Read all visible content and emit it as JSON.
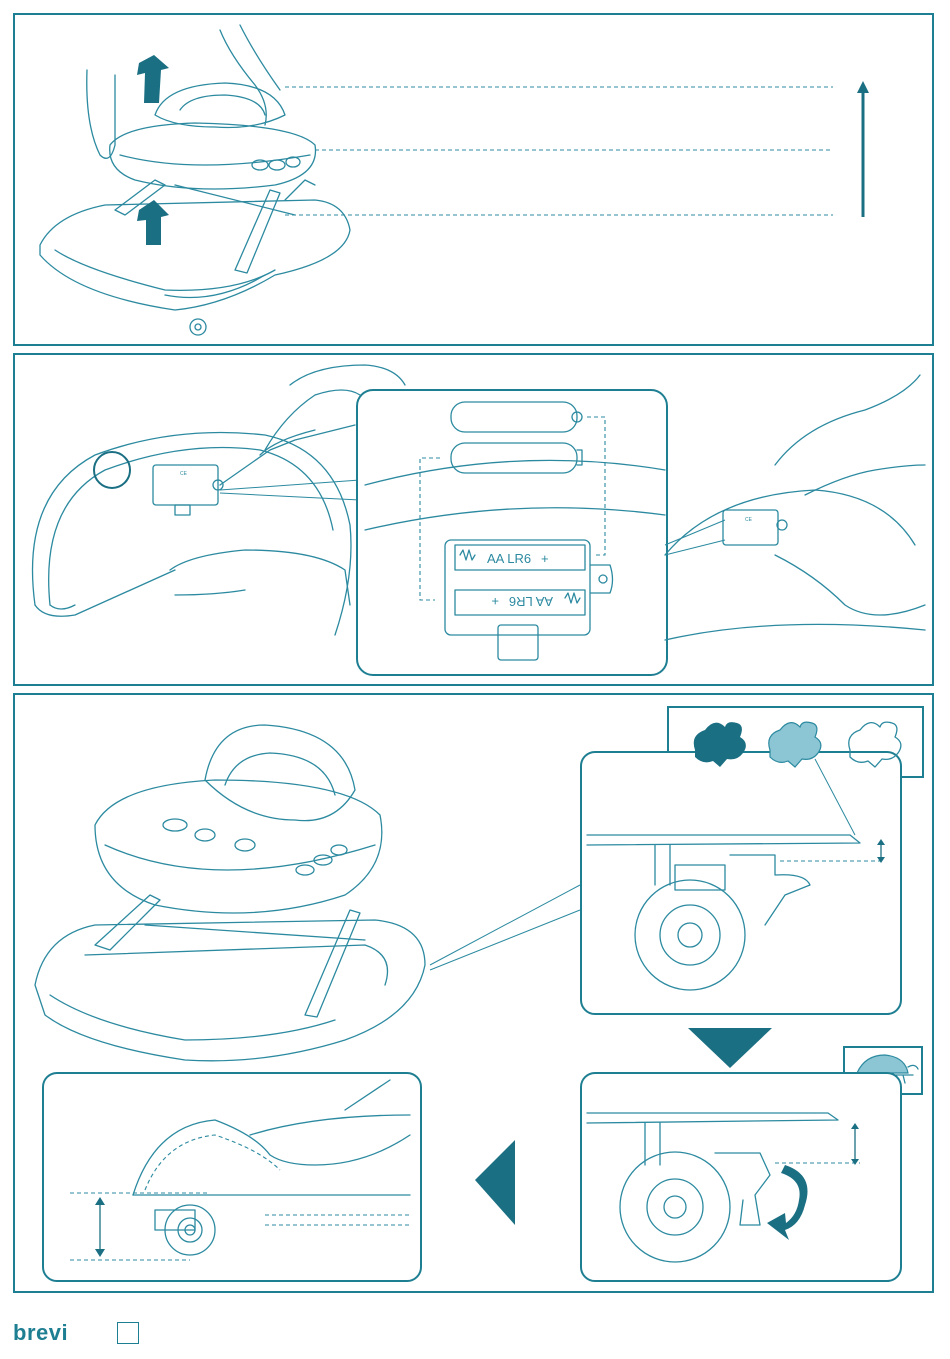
{
  "battery": {
    "top_label": "AA LR6",
    "bottom_label": "AA LR6",
    "plus": "+",
    "ce_mark": "CE"
  },
  "brand": {
    "logo_text": "brevi"
  },
  "colors": {
    "primary": "#1f7f92",
    "dark_fill": "#1b6f83",
    "light_fill": "#8cc6d4"
  },
  "icons": [
    "arrow-up-icon",
    "rabbit-fast-icon",
    "rabbit-medium-icon",
    "rabbit-slow-icon",
    "turtle-icon",
    "triangle-down-icon",
    "triangle-left-icon",
    "rotate-arrow-icon"
  ]
}
